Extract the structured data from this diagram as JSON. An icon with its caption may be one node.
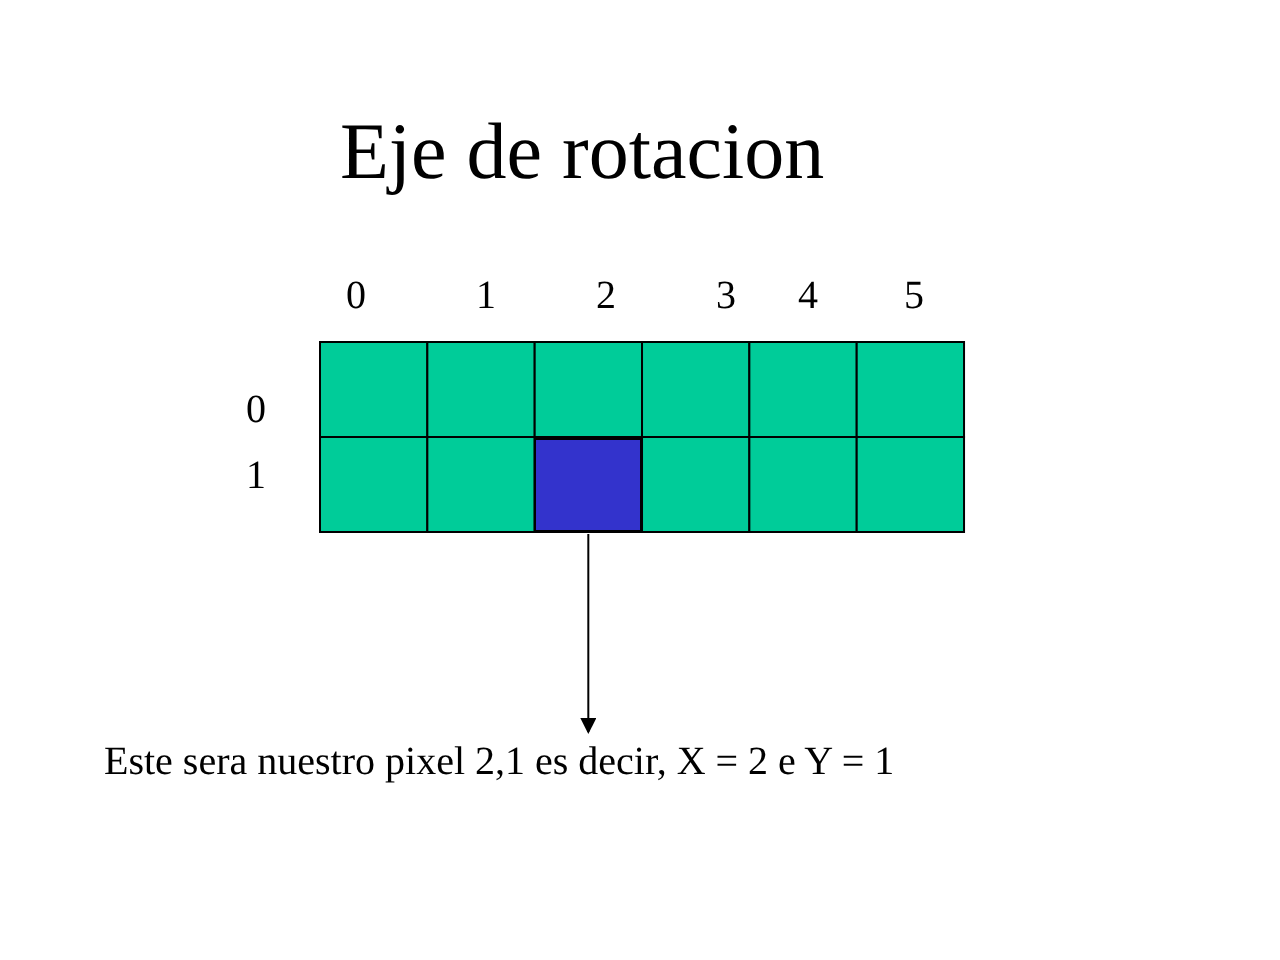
{
  "diagram": {
    "title": "Eje de rotacion",
    "nodes": [
      {
        "text": [],
        "shape": "box"
      },
      {
        "text": [
          "Este sera nuestro pixel 2,1 es decir, X = 2 e Y = 1"
        ]
      }
    ],
    "edges": [
      {
        "from": 0,
        "to": 1,
        "arrow": "to"
      }
    ],
    "labels": [
      "0",
      "1",
      "2",
      "3",
      "4",
      "5",
      "0",
      "1"
    ]
  }
}
